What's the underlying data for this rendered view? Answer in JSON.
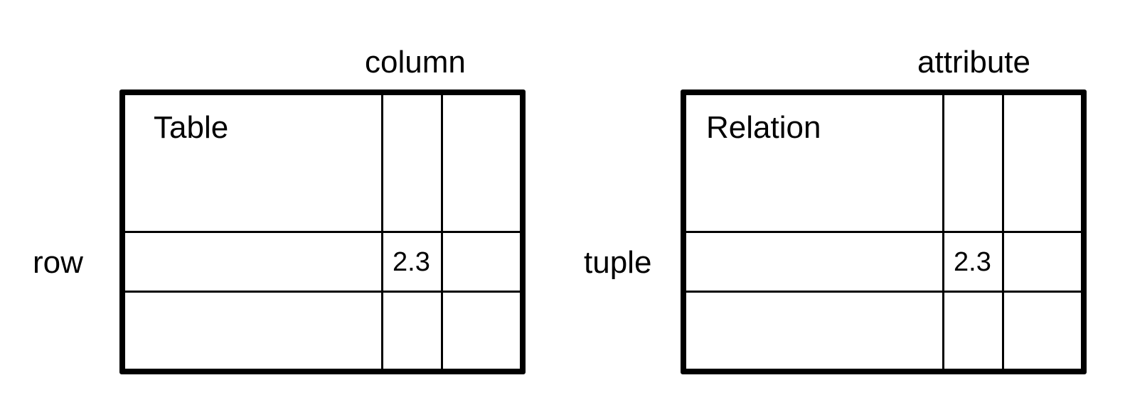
{
  "left": {
    "title": "Table",
    "column_label": "column",
    "row_label": "row",
    "cell_value": "2.3"
  },
  "right": {
    "title": "Relation",
    "column_label": "attribute",
    "row_label": "tuple",
    "cell_value": "2.3"
  }
}
